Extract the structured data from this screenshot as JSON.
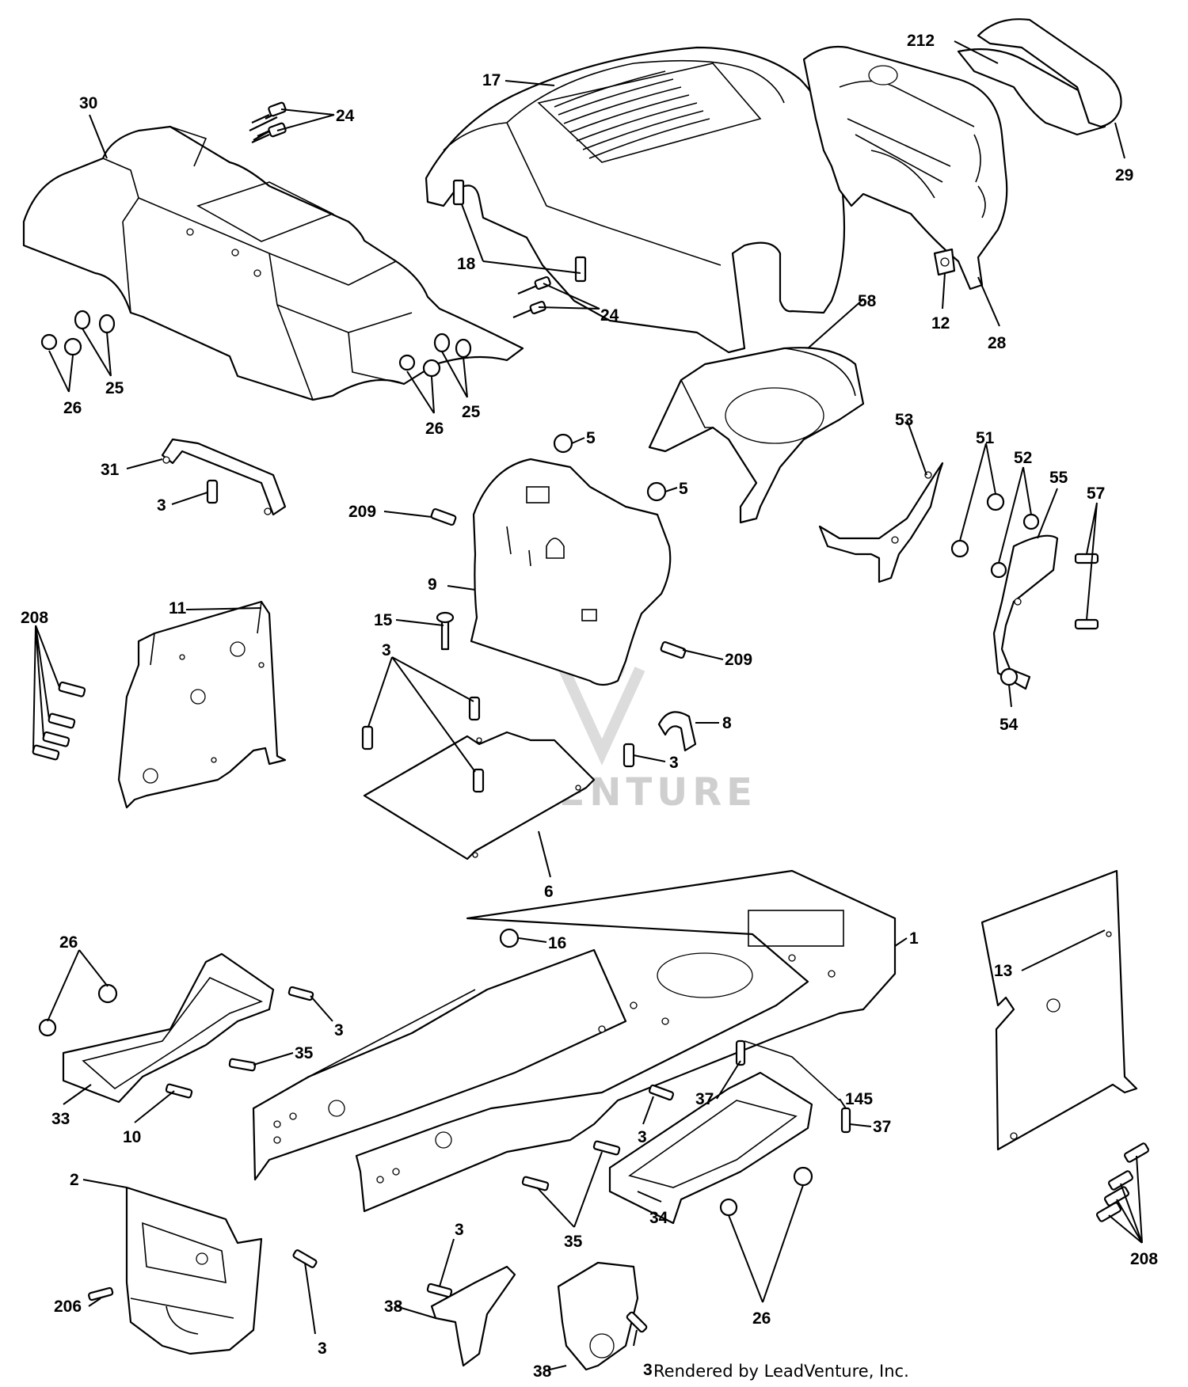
{
  "watermark": "LEADVENTURE",
  "credit": "Rendered by LeadVenture, Inc.",
  "callouts": [
    {
      "id": "c30",
      "text": "30"
    },
    {
      "id": "c24a",
      "text": "24"
    },
    {
      "id": "c17",
      "text": "17"
    },
    {
      "id": "c212",
      "text": "212"
    },
    {
      "id": "c29",
      "text": "29"
    },
    {
      "id": "c18",
      "text": "18"
    },
    {
      "id": "c24b",
      "text": "24"
    },
    {
      "id": "c12",
      "text": "12"
    },
    {
      "id": "c58",
      "text": "58"
    },
    {
      "id": "c28",
      "text": "28"
    },
    {
      "id": "c25a",
      "text": "25"
    },
    {
      "id": "c26a",
      "text": "26"
    },
    {
      "id": "c25b",
      "text": "25"
    },
    {
      "id": "c26b",
      "text": "26"
    },
    {
      "id": "c31",
      "text": "31"
    },
    {
      "id": "c3a",
      "text": "3"
    },
    {
      "id": "c5a",
      "text": "5"
    },
    {
      "id": "c5b",
      "text": "5"
    },
    {
      "id": "c53",
      "text": "53"
    },
    {
      "id": "c51",
      "text": "51"
    },
    {
      "id": "c52",
      "text": "52"
    },
    {
      "id": "c55",
      "text": "55"
    },
    {
      "id": "c57",
      "text": "57"
    },
    {
      "id": "c209a",
      "text": "209"
    },
    {
      "id": "c9",
      "text": "9"
    },
    {
      "id": "c208a",
      "text": "208"
    },
    {
      "id": "c11",
      "text": "11"
    },
    {
      "id": "c15",
      "text": "15"
    },
    {
      "id": "c209b",
      "text": "209"
    },
    {
      "id": "c54",
      "text": "54"
    },
    {
      "id": "c3b",
      "text": "3"
    },
    {
      "id": "c8",
      "text": "8"
    },
    {
      "id": "c3c",
      "text": "3"
    },
    {
      "id": "c6",
      "text": "6"
    },
    {
      "id": "c26c",
      "text": "26"
    },
    {
      "id": "c16",
      "text": "16"
    },
    {
      "id": "c1",
      "text": "1"
    },
    {
      "id": "c13",
      "text": "13"
    },
    {
      "id": "c3d",
      "text": "3"
    },
    {
      "id": "c35a",
      "text": "35"
    },
    {
      "id": "c33",
      "text": "33"
    },
    {
      "id": "c10",
      "text": "10"
    },
    {
      "id": "c37a",
      "text": "37"
    },
    {
      "id": "c145",
      "text": "145"
    },
    {
      "id": "c37b",
      "text": "37"
    },
    {
      "id": "c3e",
      "text": "3"
    },
    {
      "id": "c2",
      "text": "2"
    },
    {
      "id": "c35b",
      "text": "35"
    },
    {
      "id": "c34",
      "text": "34"
    },
    {
      "id": "c26d",
      "text": "26"
    },
    {
      "id": "c208b",
      "text": "208"
    },
    {
      "id": "c3f",
      "text": "3"
    },
    {
      "id": "c38a",
      "text": "38"
    },
    {
      "id": "c206",
      "text": "206"
    },
    {
      "id": "c3g",
      "text": "3"
    },
    {
      "id": "c38b",
      "text": "38"
    },
    {
      "id": "c3h",
      "text": "3"
    }
  ]
}
